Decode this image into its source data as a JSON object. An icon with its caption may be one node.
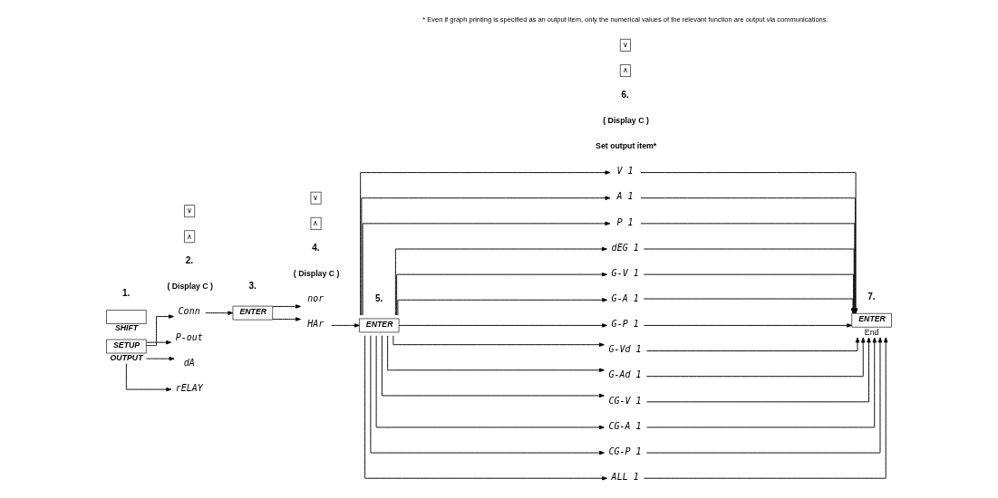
{
  "diagram": {
    "nodes": [
      {
        "text": [
          "SHIFT"
        ]
      },
      {
        "text": [
          "SETUP",
          "OUTPUT"
        ]
      },
      {
        "text": [
          "Conn"
        ]
      },
      {
        "text": [
          "P-out"
        ]
      },
      {
        "text": [
          "dA"
        ]
      },
      {
        "text": [
          "rELAY"
        ]
      },
      {
        "text": [
          "ENTER"
        ]
      },
      {
        "text": [
          "nor"
        ]
      },
      {
        "text": [
          "HAr"
        ]
      },
      {
        "text": [
          "ENTER"
        ]
      },
      {
        "text": [
          "V 1"
        ]
      },
      {
        "text": [
          "A 1"
        ]
      },
      {
        "text": [
          "P 1"
        ]
      },
      {
        "text": [
          "dEG 1"
        ]
      },
      {
        "text": [
          "G-V 1"
        ]
      },
      {
        "text": [
          "G-A 1"
        ]
      },
      {
        "text": [
          "G-P 1"
        ]
      },
      {
        "text": [
          "G-Vd 1"
        ]
      },
      {
        "text": [
          "G-Ad 1"
        ]
      },
      {
        "text": [
          "CG-V 1"
        ]
      },
      {
        "text": [
          "CG-A 1"
        ]
      },
      {
        "text": [
          "CG-P 1"
        ]
      },
      {
        "text": [
          "ALL 1"
        ]
      },
      {
        "text": [
          "ENTER"
        ],
        "beside": [
          "End"
        ]
      }
    ],
    "edges": [
      {
        "from": 1,
        "to": 2,
        "arrow": "to"
      },
      {
        "from": 1,
        "to": 3,
        "arrow": "to"
      },
      {
        "from": 1,
        "to": 4,
        "arrow": "to"
      },
      {
        "from": 1,
        "to": 5,
        "arrow": "to"
      },
      {
        "from": 2,
        "to": 6,
        "arrow": "to"
      },
      {
        "from": 6,
        "to": 7,
        "arrow": "to"
      },
      {
        "from": 6,
        "to": 8,
        "arrow": "to"
      },
      {
        "from": 8,
        "to": 9,
        "arrow": "to"
      },
      {
        "from": 9,
        "to": 10,
        "arrow": "to"
      },
      {
        "from": 9,
        "to": 11,
        "arrow": "to"
      },
      {
        "from": 9,
        "to": 12,
        "arrow": "to"
      },
      {
        "from": 9,
        "to": 13,
        "arrow": "to"
      },
      {
        "from": 9,
        "to": 14,
        "arrow": "to"
      },
      {
        "from": 9,
        "to": 15,
        "arrow": "to"
      },
      {
        "from": 9,
        "to": 16,
        "arrow": "to"
      },
      {
        "from": 9,
        "to": 17,
        "arrow": "to"
      },
      {
        "from": 9,
        "to": 18,
        "arrow": "to"
      },
      {
        "from": 9,
        "to": 19,
        "arrow": "to"
      },
      {
        "from": 9,
        "to": 20,
        "arrow": "to"
      },
      {
        "from": 9,
        "to": 21,
        "arrow": "to"
      },
      {
        "from": 9,
        "to": 22,
        "arrow": "to"
      },
      {
        "from": 10,
        "to": 23,
        "arrow": "to"
      },
      {
        "from": 11,
        "to": 23,
        "arrow": "to"
      },
      {
        "from": 12,
        "to": 23,
        "arrow": "to"
      },
      {
        "from": 13,
        "to": 23,
        "arrow": "to"
      },
      {
        "from": 14,
        "to": 23,
        "arrow": "to"
      },
      {
        "from": 15,
        "to": 23,
        "arrow": "to"
      },
      {
        "from": 16,
        "to": 23,
        "arrow": "to"
      },
      {
        "from": 17,
        "to": 23,
        "arrow": "to"
      },
      {
        "from": 18,
        "to": 23,
        "arrow": "to"
      },
      {
        "from": 19,
        "to": 23,
        "arrow": "to"
      },
      {
        "from": 20,
        "to": 23,
        "arrow": "to"
      },
      {
        "from": 21,
        "to": 23,
        "arrow": "to"
      },
      {
        "from": 22,
        "to": 23,
        "arrow": "to"
      }
    ],
    "labels": [
      "1.",
      "( Display C )",
      "3.",
      "( Display C )",
      "2.",
      "∧",
      "∨",
      "4.",
      "∧",
      "∨",
      "5.",
      "Set output item*",
      "( Display C )",
      "7.",
      "6.",
      "∧",
      "∨",
      "* Even if graph printing is specified as an output item, only the numerical values of the relevant function are output via communications."
    ]
  }
}
